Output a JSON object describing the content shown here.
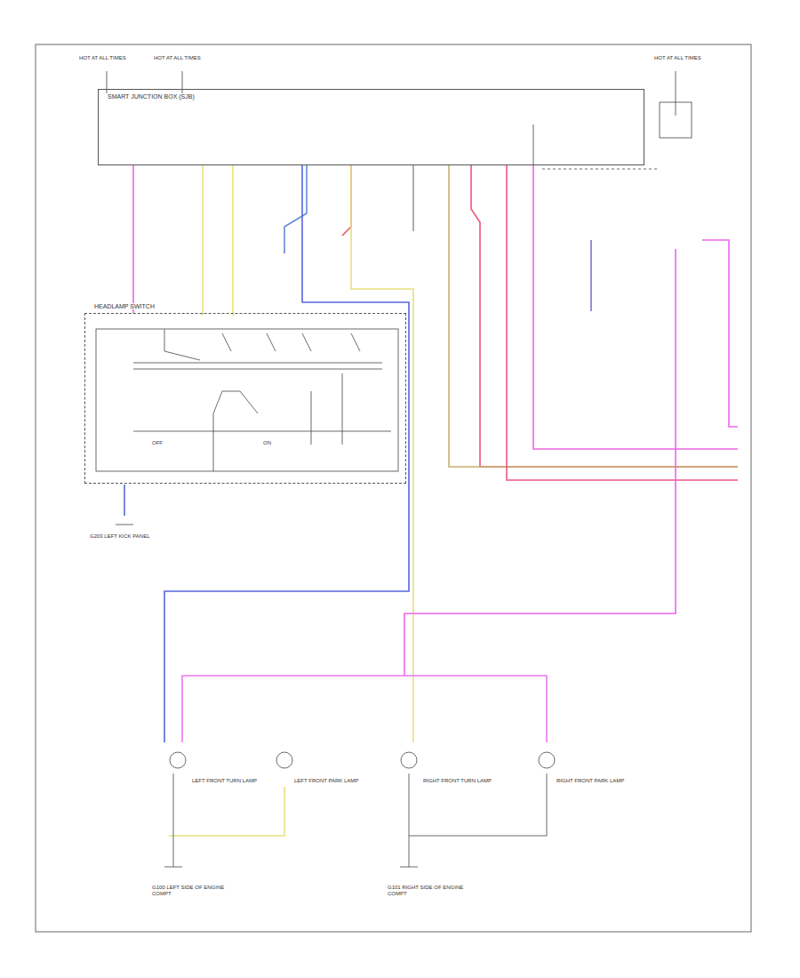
{
  "diagram": {
    "nodes": [
      {
        "text": [
          "SMART JUNCTION BOX (SJB)"
        ]
      },
      {
        "text": [
          "HEADLAMP SWITCH"
        ]
      }
    ],
    "edges": [
      {
        "from": 0,
        "to": 1,
        "arrow": "none"
      }
    ],
    "labels": [
      "HOT AT ALL TIMES",
      "HOT AT ALL TIMES",
      "HOT AT ALL TIMES",
      "LEFT FRONT TURN LAMP",
      "LEFT FRONT PARK LAMP",
      "RIGHT FRONT TURN LAMP",
      "RIGHT FRONT PARK LAMP",
      "G100 LEFT SIDE OF ENGINE COMPT",
      "G101 RIGHT SIDE OF ENGINE COMPT",
      "G203 LEFT KICK PANEL",
      "OFF",
      "ON"
    ]
  }
}
